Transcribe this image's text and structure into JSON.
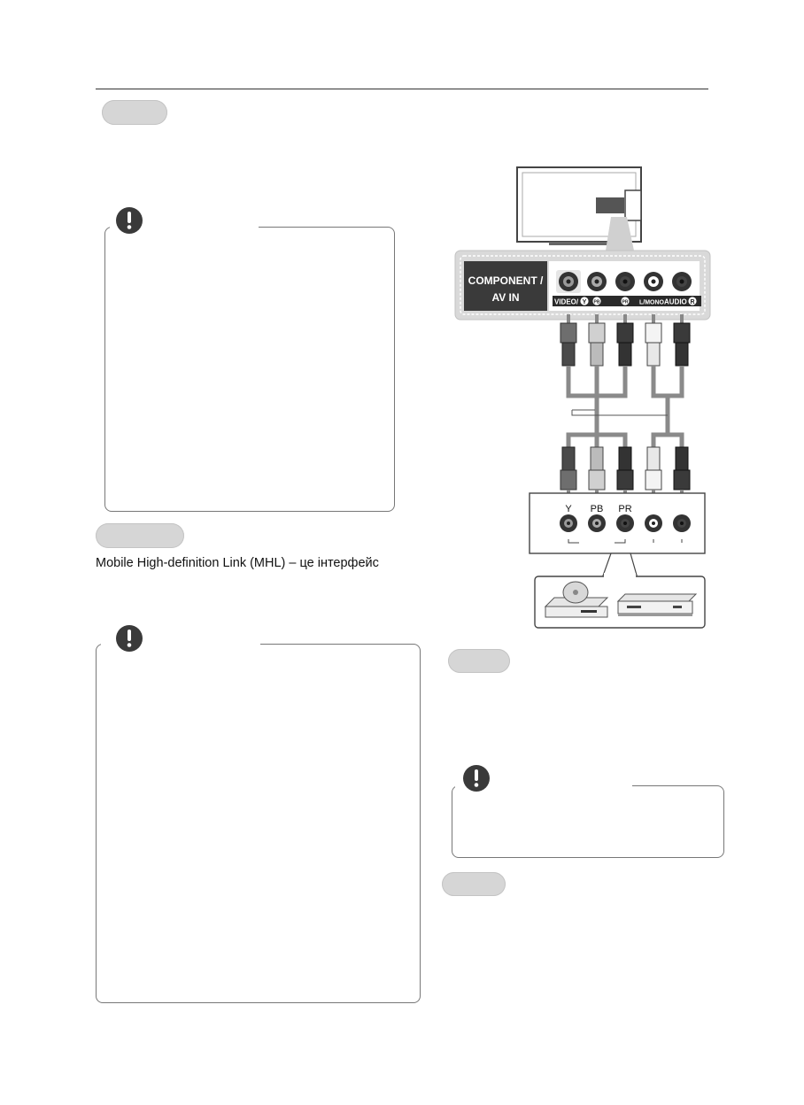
{
  "page": {
    "mhl_text": "Mobile High-definition Link (MHL) – це інтерфейс"
  },
  "diagram": {
    "panel_title_line1": "COMPONENT /",
    "panel_title_line2": "AV IN",
    "jack_labels": [
      "VIDEO/",
      "Y",
      "PB",
      "PR",
      "L/MONO",
      "AUDIO",
      "R"
    ],
    "device_labels": [
      "Y",
      "PB",
      "PR"
    ],
    "icons": [
      "warning-icon",
      "tv-icon",
      "dvd-player-icon",
      "set-top-box-icon"
    ]
  }
}
